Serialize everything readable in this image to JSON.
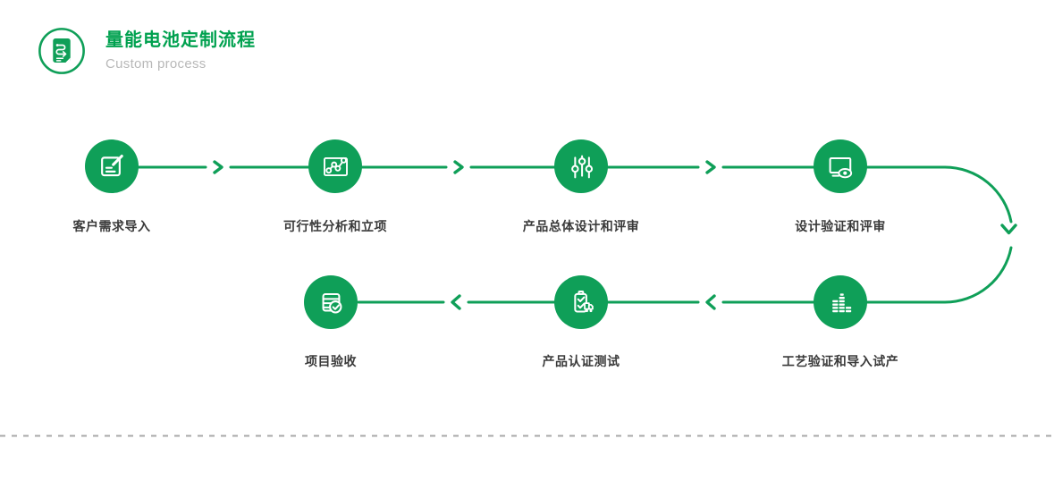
{
  "header": {
    "title": "量能电池定制流程",
    "subtitle": "Custom process",
    "icon": "process-document-icon"
  },
  "steps": [
    {
      "label": "客户需求导入",
      "icon": "edit-document-icon"
    },
    {
      "label": "可行性分析和立项",
      "icon": "chart-analysis-icon"
    },
    {
      "label": "产品总体设计和评审",
      "icon": "sliders-icon"
    },
    {
      "label": "设计验证和评审",
      "icon": "monitor-review-icon"
    },
    {
      "label": "工艺验证和导入试产",
      "icon": "equalizer-bars-icon"
    },
    {
      "label": "产品认证测试",
      "icon": "certification-shipping-icon"
    },
    {
      "label": "项目验收",
      "icon": "document-check-icon"
    }
  ],
  "colors": {
    "green": "#0f9f58",
    "title_green": "#00a14f",
    "label_gray": "#3a3a3a",
    "subtitle_gray": "#b8b8b8",
    "divider_gray": "#a8a8a8",
    "background": "#ffffff"
  }
}
